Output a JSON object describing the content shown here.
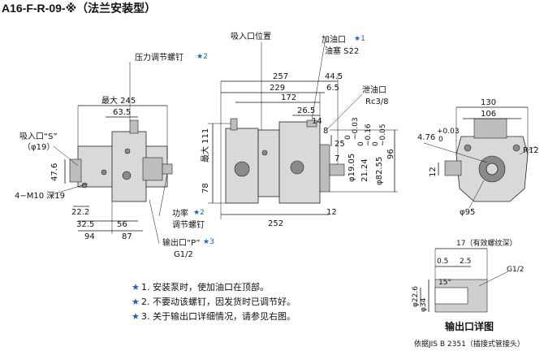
{
  "title": "A16-F-R-09-※（法兰安装型）",
  "front_view": {
    "dims": {
      "max245": "最大 245",
      "d63_5": "63.5",
      "d47_6": "47.6",
      "d22_2": "22.2",
      "d32_5": "32.5",
      "d56": "56",
      "d94": "94",
      "d87": "87"
    },
    "labels": {
      "pressure_screw": "压力调节螺钉",
      "suction_port": "吸入口“S”",
      "suction_size": "（φ19）",
      "bolt": "4−M10 深19",
      "power": "功率",
      "adjust_screw": "调节螺钉",
      "outlet_port": "输出口“P”",
      "outlet_size": "G1/2"
    }
  },
  "side_view": {
    "dims": {
      "d257": "257",
      "d44_5": "44.5",
      "d229": "229",
      "d6_5": "6.5",
      "d172": "172",
      "d26_5": "26.5",
      "d14": "14",
      "d8": "8",
      "d25": "25",
      "d7": "7",
      "max111": "最大 111",
      "d78": "78",
      "d252": "252",
      "d12": "12",
      "shaft": "φ19.05",
      "shaft_tol_top": "0",
      "shaft_tol_bot": "−0.03",
      "key": "21.24",
      "key_tol_top": "0",
      "key_tol_bot": "−0.16",
      "pilot": "φ82.55",
      "pilot_tol_top": "0",
      "pilot_tol_bot": "−0.05",
      "d96": "96"
    },
    "labels": {
      "suction_pos": "吸入口位置",
      "fill_port": "加油口",
      "plug": "油塞 S22",
      "drain": "泄油口",
      "drain_size": "Rc3/8"
    }
  },
  "end_view": {
    "dims": {
      "d130": "130",
      "d106": "106",
      "key_w": "4.76",
      "key_tol_top": "+0.03",
      "key_tol_bot": "0",
      "r12": "R12",
      "d12": "12",
      "bolt_circle": "φ95"
    }
  },
  "detail": {
    "title": "输出口详图",
    "caption": "依据JIS B 2351（插接式管接头）",
    "dims": {
      "d17": "17（有效螺纹深）",
      "d0_5": "0.5",
      "d2_5": "2.5",
      "thread": "G1/2",
      "angle": "15°",
      "d34": "φ34",
      "d22_6": "φ22.6"
    }
  },
  "notes": [
    "1. 安装泵时，使加油口在顶部。",
    "2. 不要动该螺钉，因发货时已调节好。",
    "3. 关于输出口详细情况，请参见右图。"
  ],
  "colors": {
    "star": "#1f5fbf",
    "body_fill": "#d9d9d9",
    "line": "#111111"
  }
}
